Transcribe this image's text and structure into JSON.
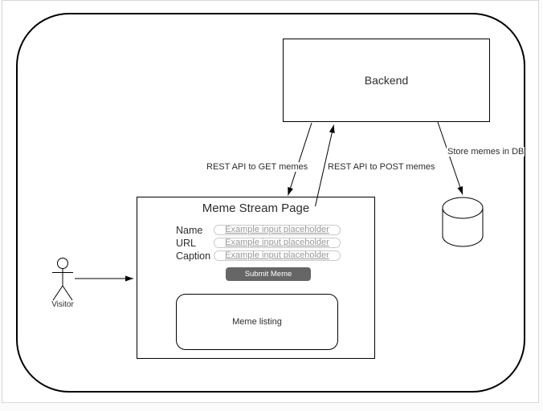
{
  "diagram": {
    "backend": {
      "label": "Backend"
    },
    "edges": {
      "get": {
        "label": "REST API to GET memes"
      },
      "post": {
        "label": "REST API to POST memes"
      },
      "store": {
        "label": "Store memes in DB"
      }
    },
    "meme_page": {
      "title": "Meme Stream Page",
      "fields": [
        {
          "label": "Name",
          "placeholder": "Example input placeholder"
        },
        {
          "label": "URL",
          "placeholder": "Example input placeholder"
        },
        {
          "label": "Caption",
          "placeholder": "Example input placeholder"
        }
      ],
      "submit_label": "Submit Meme",
      "listing_label": "Meme listing"
    },
    "actor": {
      "label": "Visitor"
    },
    "icons": {
      "actor": "stick-figure-actor-icon",
      "database": "database-cylinder-icon"
    },
    "colors": {
      "stroke": "#000000",
      "button_bg": "#666666",
      "button_text": "#ffffff",
      "placeholder_text": "#999999",
      "input_border": "#c9c9c9"
    }
  }
}
